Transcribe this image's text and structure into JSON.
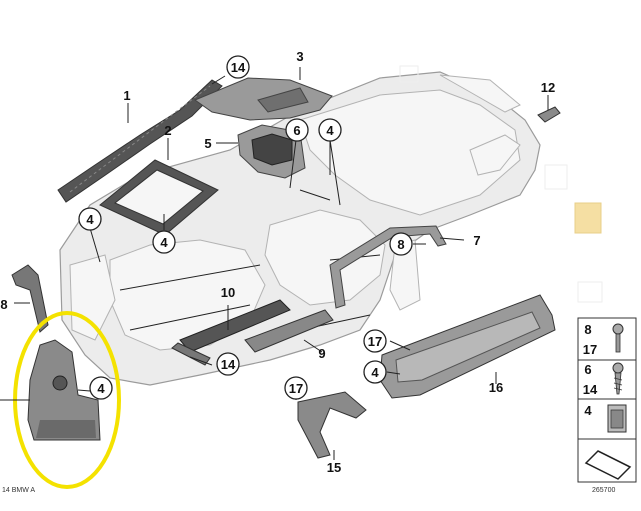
{
  "colors": {
    "highlight_ring": "#f4e200",
    "legend_swatch": "#f5dfa3",
    "part_dark": "#555555",
    "part_light": "#ececec"
  },
  "callouts": {
    "p1": "1",
    "p2": "2",
    "p3": "3",
    "p5": "5",
    "p7": "7",
    "p9": "9",
    "p10": "10",
    "p12": "12",
    "p15": "15",
    "p16": "16",
    "p14a": "14",
    "p6": "6",
    "p4a": "4",
    "p4b": "4",
    "p4c": "4",
    "p8": "8",
    "p14b": "14",
    "p17a": "17",
    "p4d": "4",
    "p17b": "17",
    "p4e": "4",
    "edge_left": "8"
  },
  "legend": {
    "row1_a": "8",
    "row1_b": "17",
    "row2_a": "6",
    "row2_b": "14",
    "row3_a": "4"
  },
  "footer": {
    "left_caption": "14 BMW A",
    "right_caption": "265700"
  }
}
